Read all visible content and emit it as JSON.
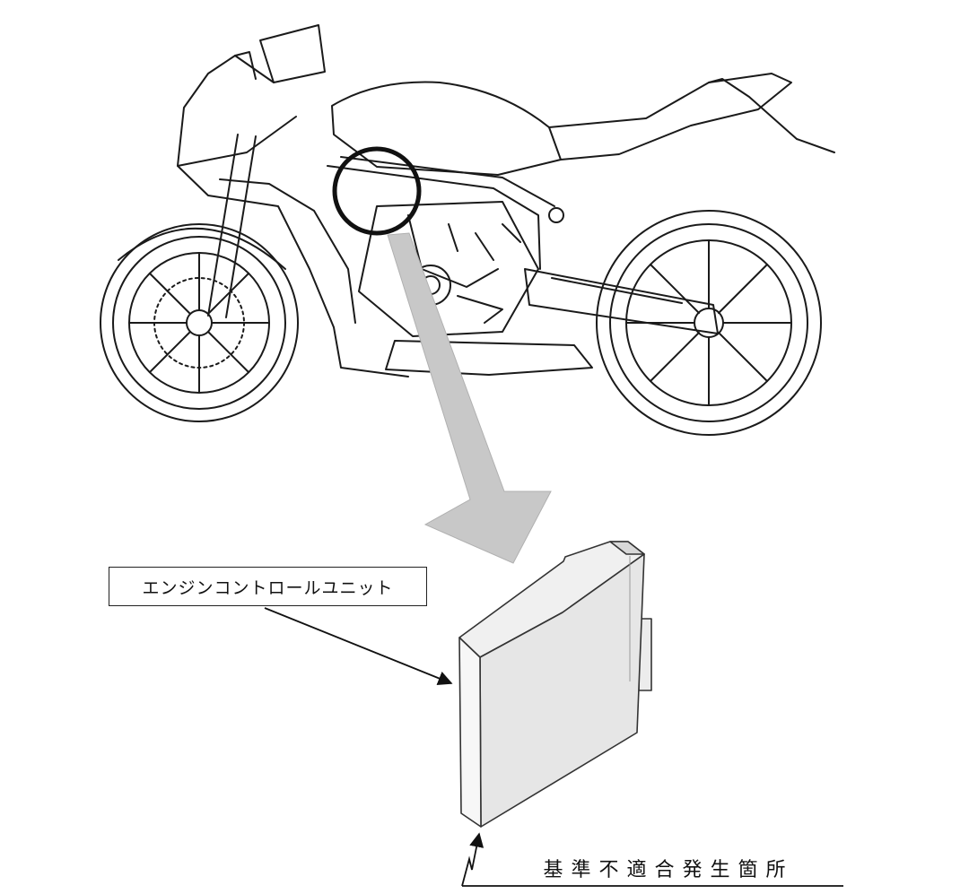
{
  "diagram": {
    "component_label": "エンジンコントロールユニット",
    "defect_location_label": "基準不適合発生箇所"
  },
  "icons": {
    "motorcycle": "motorcycle-line-drawing",
    "ecu": "ecu-box-3d",
    "highlight": "highlight-circle",
    "zoom": "zoom-arrow"
  },
  "colors": {
    "line": "#1a1a1a",
    "zoom_arrow": "#c8c8c8",
    "ecu_face": "#f7f7f7",
    "ecu_side": "#e6e6e6"
  }
}
